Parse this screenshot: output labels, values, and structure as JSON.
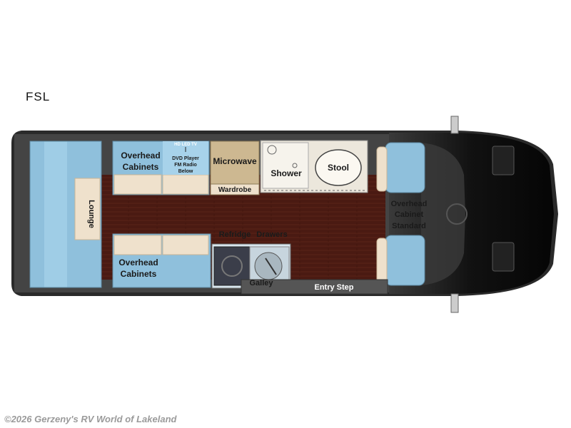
{
  "model_name": "FSL",
  "labels": {
    "overhead_top": [
      "Overhead",
      "Cabinets"
    ],
    "tv_caption": "HD LED TV",
    "media": [
      "DVD Player",
      "FM Radio",
      "Below"
    ],
    "microwave": "Microwave",
    "wardrobe": "Wardrobe",
    "shower": "Shower",
    "stool": "Stool",
    "lounge": "Lounge",
    "overhead_front": [
      "Overhead",
      "Cabinet",
      "Standard"
    ],
    "refridge": "Refridge",
    "drawers": "Drawers",
    "overhead_bottom": [
      "Overhead",
      "Cabinets"
    ],
    "galley": "Galley",
    "entry_step": "Entry Step"
  },
  "colors": {
    "floor": "#4a1a12",
    "cabinet_blue": "#8fc0dc",
    "seat_cream": "#efe1cc",
    "body_dark": "#2a2a2a",
    "microwave_tan": "#cdb891"
  },
  "copyright": "©2026 Gerzeny's RV World of Lakeland"
}
